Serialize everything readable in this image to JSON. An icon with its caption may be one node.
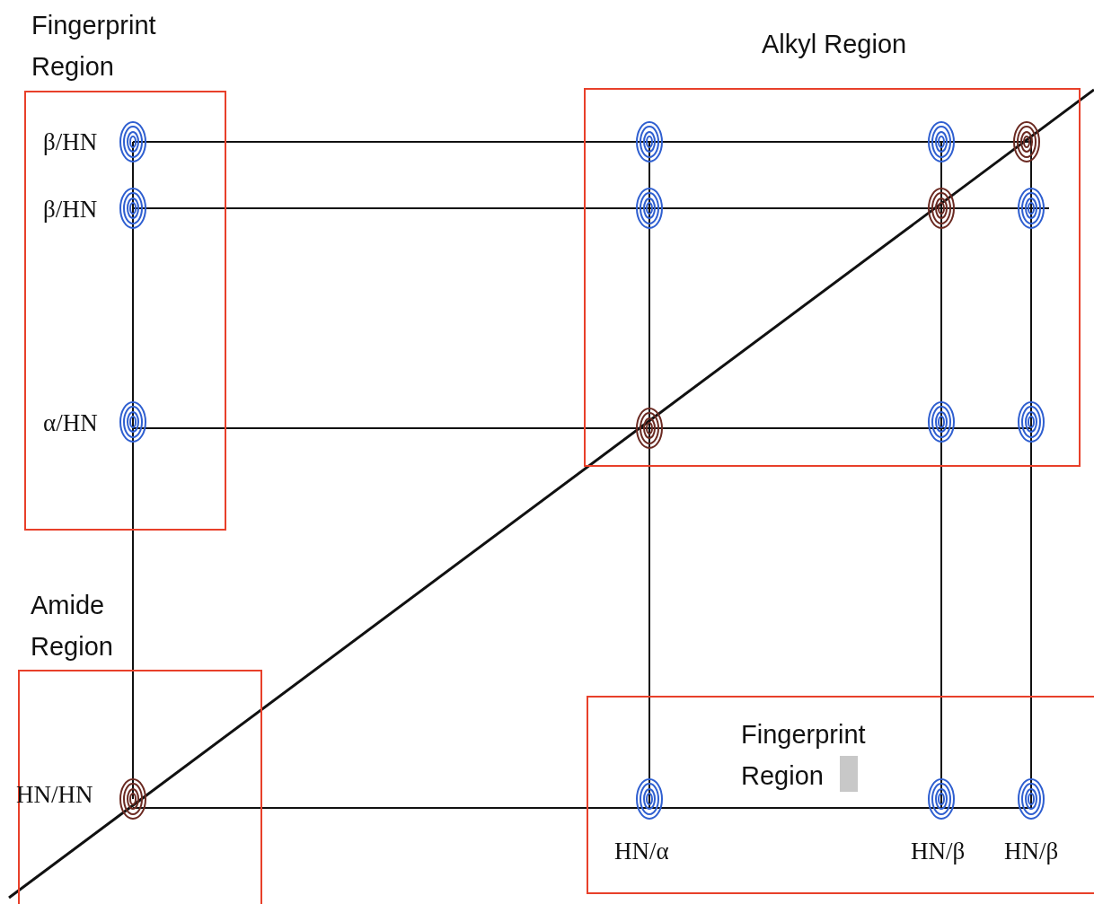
{
  "diagram": {
    "nodes": [
      {
        "text": [
          "Fingerprint Region"
        ]
      },
      {
        "text": [
          "Alkyl Region"
        ]
      },
      {
        "text": [
          "Amide Region"
        ]
      },
      {
        "text": [
          "Fingerprint Region"
        ]
      }
    ],
    "labels": [
      "β/HN",
      "β/HN",
      "α/HN",
      "HN/HN",
      "HN/α",
      "HN/β",
      "HN/β"
    ]
  }
}
